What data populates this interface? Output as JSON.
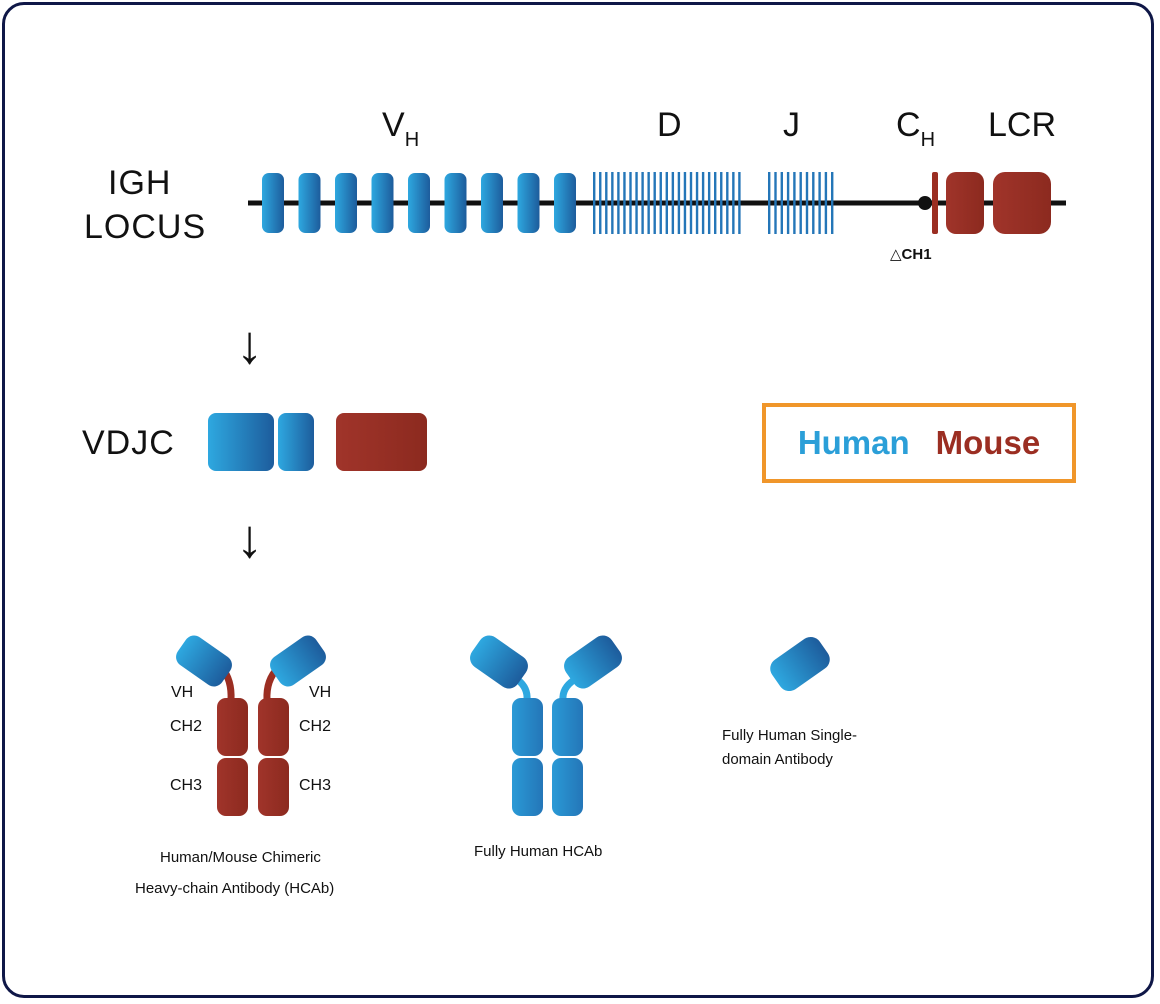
{
  "colors": {
    "human": "#2b9fd8",
    "human_dark": "#1a5e9e",
    "mouse": "#9b2e22",
    "legend_border": "#f0962a",
    "frame": "#0f1747"
  },
  "locus": {
    "label_line1": "IGH",
    "label_line2": "LOCUS",
    "segments": {
      "vh_main": "V",
      "vh_sub": "H",
      "d": "D",
      "j": "J",
      "ch_main": "C",
      "ch_sub": "H",
      "lcr": "LCR"
    },
    "deletion_note": "△CH1"
  },
  "vdjc_label": "VDJC",
  "legend": {
    "human": "Human",
    "mouse": "Mouse"
  },
  "antibodies": {
    "chimeric": {
      "vh_left": "VH",
      "vh_right": "VH",
      "ch2_left": "CH2",
      "ch2_right": "CH2",
      "ch3_left": "CH3",
      "ch3_right": "CH3",
      "caption_line1": "Human/Mouse Chimeric",
      "caption_line2": "Heavy-chain Antibody (HCAb)"
    },
    "fully_human": {
      "caption": "Fully Human HCAb"
    },
    "single_domain": {
      "caption_line1": "Fully Human Single-",
      "caption_line2": "domain Antibody"
    }
  }
}
